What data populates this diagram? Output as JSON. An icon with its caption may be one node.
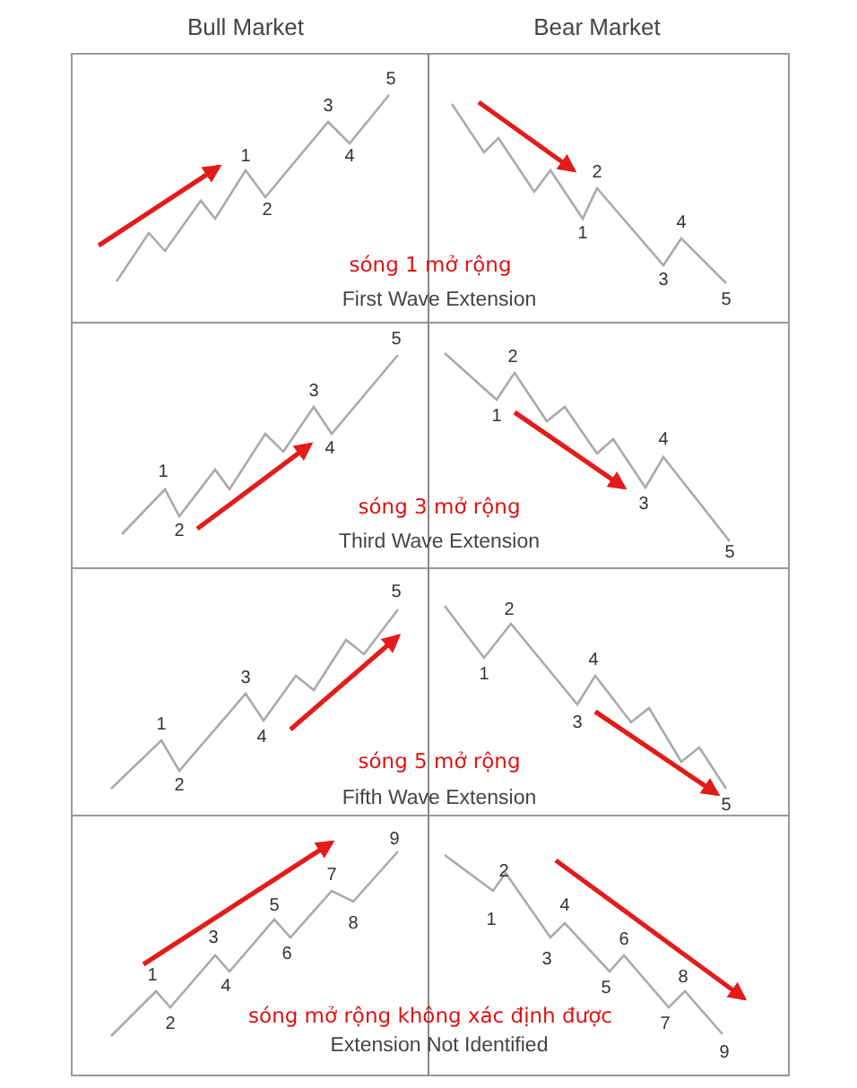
{
  "diagram": {
    "labels": [
      "Bull Market",
      "Bear Market",
      "1",
      "2",
      "3",
      "4",
      "5",
      "1",
      "2",
      "3",
      "4",
      "5",
      "sóng 1 mở rộng",
      "First Wave Extension",
      "1",
      "2",
      "3",
      "4",
      "5",
      "1",
      "2",
      "3",
      "4",
      "5",
      "sóng 3 mở rộng",
      "Third Wave Extension",
      "1",
      "2",
      "3",
      "4",
      "5",
      "1",
      "2",
      "3",
      "4",
      "5",
      "sóng 5 mở rộng",
      "Fifth Wave Extension",
      "1",
      "2",
      "3",
      "4",
      "5",
      "6",
      "7",
      "8",
      "9",
      "1",
      "2",
      "3",
      "4",
      "5",
      "6",
      "7",
      "8",
      "9",
      "sóng mở rộng không xác định được",
      "Extension Not Identified"
    ]
  }
}
